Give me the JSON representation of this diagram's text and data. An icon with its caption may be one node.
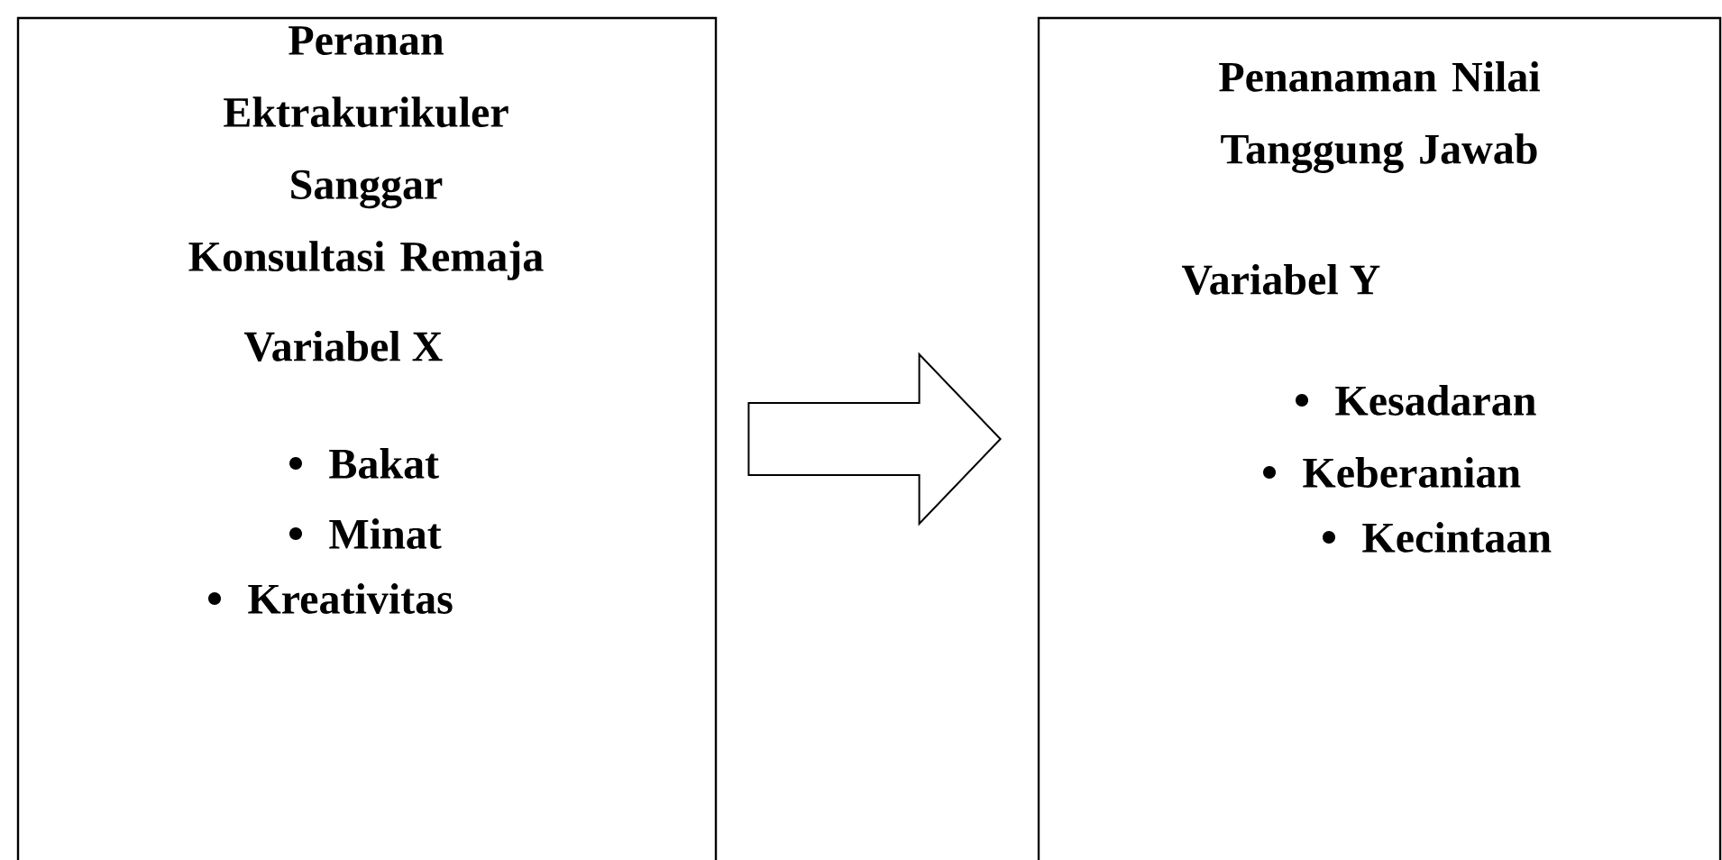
{
  "diagram": {
    "nodes": [
      {
        "text": [
          "Peranan Ektrakurikuler Sanggar Konsultasi Remaja",
          "Variabel X",
          "Bakat",
          "Minat",
          "Kreativitas"
        ]
      },
      {
        "text": [
          "Penanaman Nilai Tanggung Jawab",
          "Variabel Y",
          "Kesadaran",
          "Keberanian",
          "Kecintaan"
        ]
      }
    ],
    "edges": [
      {
        "from": 0,
        "to": 1,
        "arrow": "to"
      }
    ]
  }
}
